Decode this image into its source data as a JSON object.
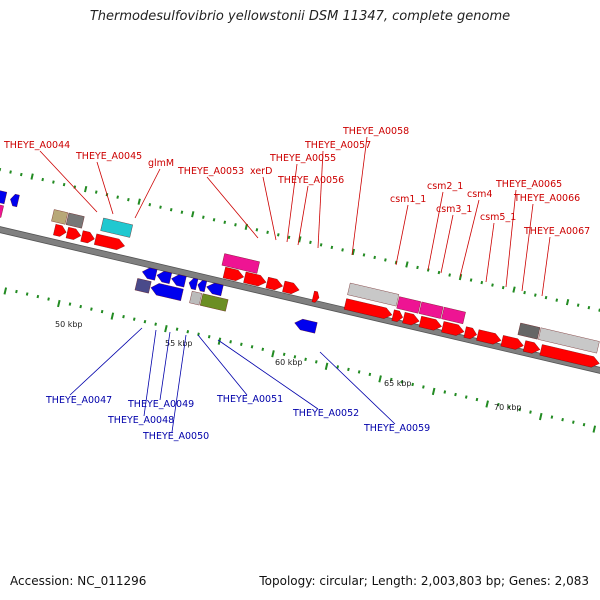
{
  "title": "Thermodesulfovibrio yellowstonii DSM 11347, complete genome",
  "footer": {
    "accession": "Accession: NC_011296",
    "topology": "Topology: circular; Length: 2,003,803 bp; Genes: 2,083"
  },
  "colors": {
    "forward_label": "#cc0000",
    "reverse_label": "#0000aa",
    "cds_forward": "#ff0000",
    "cds_reverse": "#0000ee",
    "rna_pink": "#ee1493",
    "backbone": "#808080",
    "tick": "#228b22"
  },
  "scale_labels": [
    "50 kbp",
    "55 kbp",
    "60 kbp",
    "65 kbp",
    "70 kbp"
  ],
  "forward_genes": [
    "THEYE_A0044",
    "THEYE_A0045",
    "glmM",
    "THEYE_A0053",
    "xerD",
    "THEYE_A0055",
    "THEYE_A0056",
    "THEYE_A0057",
    "THEYE_A0058",
    "csm1_1",
    "csm2_1",
    "csm3_1",
    "csm4",
    "csm5_1",
    "THEYE_A0065",
    "THEYE_A0066",
    "THEYE_A0067"
  ],
  "reverse_genes": [
    "THEYE_A0047",
    "THEYE_A0048",
    "THEYE_A0049",
    "THEYE_A0050",
    "THEYE_A0051",
    "THEYE_A0052",
    "THEYE_A0059"
  ]
}
